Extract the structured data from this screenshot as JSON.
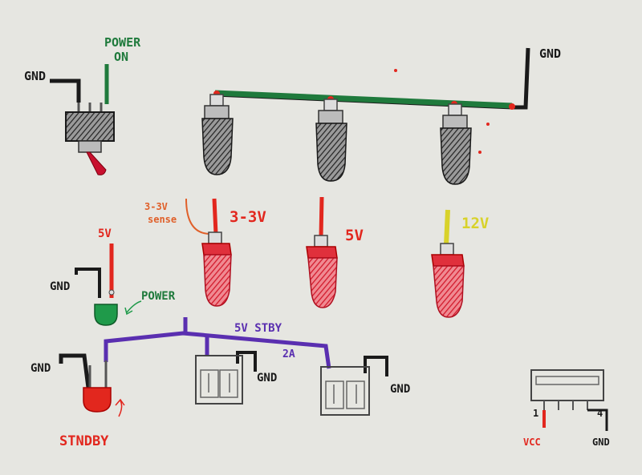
{
  "colors": {
    "paper": "#e6e6e1",
    "ink_black": "#1a1a1a",
    "ink_green": "#1f7a3c",
    "ink_red": "#d8202e",
    "ink_orange": "#e0602a",
    "ink_yellow": "#d8d22a",
    "ink_purple": "#5a2fb0",
    "ink_grey": "#777777"
  },
  "labels": {
    "gnd_switch": "GND",
    "power_on": [
      "POWER",
      "ON"
    ],
    "gnd_ground_bus": "GND",
    "sense_33": [
      "3-3V",
      "sense"
    ],
    "v33": "3-3V",
    "v5": "5V",
    "v12": "12V",
    "v5_led": "5V",
    "gnd_power_led": "GND",
    "power": "POWER",
    "stby": "5V STBY",
    "current": "2A",
    "gnd_stndby": "GND",
    "stndby": "STNDBY",
    "gnd_usb1": "GND",
    "gnd_usb2": "GND",
    "usb_pin1": "1",
    "usb_pin4": "4",
    "vcc": "VCC",
    "gnd_usb_a": "GND"
  }
}
